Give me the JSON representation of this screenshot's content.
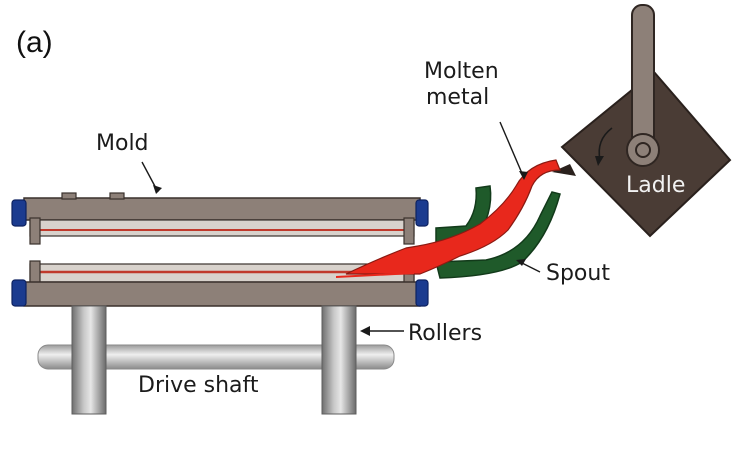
{
  "figure": {
    "panel_tag": "(a)",
    "labels": {
      "molten_metal_line1": "Molten",
      "molten_metal_line2": "metal",
      "mold": "Mold",
      "ladle": "Ladle",
      "spout": "Spout",
      "rollers": "Rollers",
      "drive_shaft": "Drive shaft"
    }
  },
  "colors": {
    "mold_gray": "#8d8078",
    "mold_edge": "#3a312c",
    "ladle_dark": "#4a3c35",
    "molten_red": "#e8281c",
    "spout_green": "#1f5a2a",
    "cap_blue": "#1b3b8f",
    "roller_gray": "#8f8f8f",
    "shaft_gray": "#c9c9c9"
  }
}
